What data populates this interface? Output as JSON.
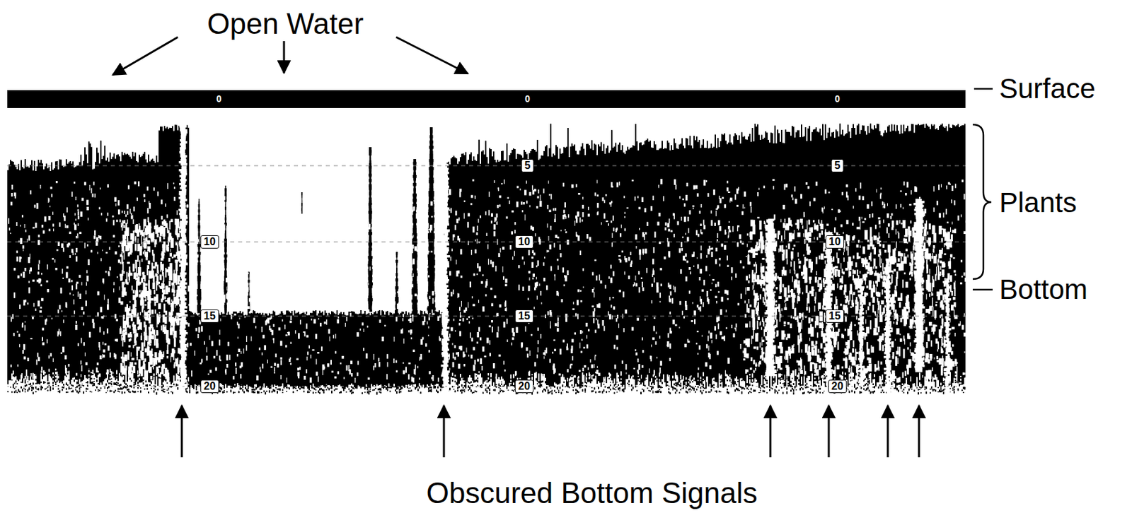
{
  "diagram": {
    "labels": [
      "Open Water",
      "0",
      "0",
      "0",
      "5",
      "5",
      "10",
      "10",
      "10",
      "15",
      "15",
      "15",
      "20",
      "20",
      "20",
      "Surface",
      "Plants",
      "Bottom",
      "Obscured Bottom Signals"
    ]
  }
}
